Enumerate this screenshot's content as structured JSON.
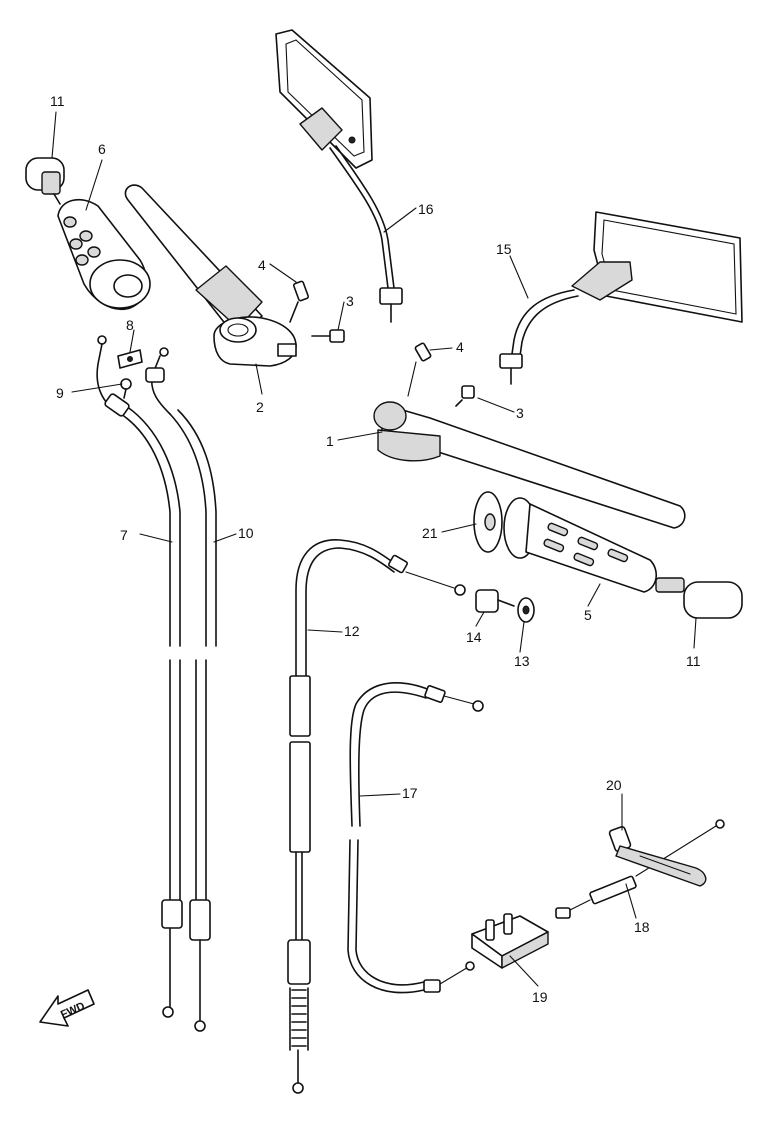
{
  "labels": {
    "p1": "1",
    "p2": "2",
    "p3a": "3",
    "p3b": "3",
    "p4a": "4",
    "p4b": "4",
    "p5": "5",
    "p6": "6",
    "p7": "7",
    "p8": "8",
    "p9": "9",
    "p10": "10",
    "p11a": "11",
    "p11b": "11",
    "p12": "12",
    "p13": "13",
    "p14": "14",
    "p15": "15",
    "p16": "16",
    "p17": "17",
    "p18": "18",
    "p19": "19",
    "p20": "20",
    "p21": "21"
  },
  "direction_arrow": {
    "text": "FWD"
  }
}
